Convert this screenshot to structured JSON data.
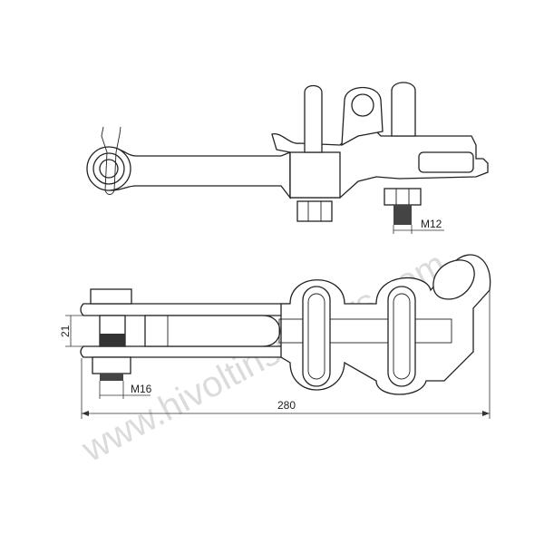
{
  "drawing": {
    "dimensions": {
      "top_bolt_thread": "M12",
      "clevis_gap": "21",
      "bottom_bolt_thread": "M16",
      "overall_length": "280"
    },
    "watermark": "www.hivoltinsulators.com",
    "line_color": "#222222"
  }
}
